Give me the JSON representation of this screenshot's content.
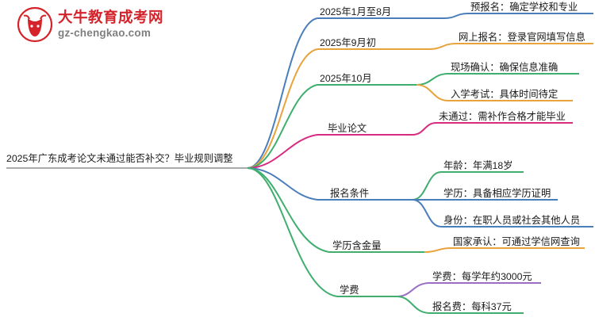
{
  "watermark": {
    "title": "大牛教育成考网",
    "subtitle": "gz-chengkao.com",
    "logo_icon": "bull-head-logo-icon",
    "brand_color": "#d4232a",
    "sub_color": "#7f7f7f"
  },
  "mindmap": {
    "root": "2025年广东成考论文未通过能否补交？毕业规则调整",
    "branches": [
      {
        "label": "2025年1月至8月",
        "color": "#4a7ebb",
        "children": [
          {
            "label": "预报名：确定学校和专业",
            "color": "#4a7ebb"
          }
        ]
      },
      {
        "label": "2025年9月初",
        "color": "#e8a33d",
        "children": [
          {
            "label": "网上报名：登录官网填写信息",
            "color": "#e8a33d"
          }
        ]
      },
      {
        "label": "2025年10月",
        "color": "#3fae6e",
        "children": [
          {
            "label": "现场确认：确保信息准确",
            "color": "#3fae6e"
          },
          {
            "label": "入学考试：具体时间待定",
            "color": "#e8a33d"
          }
        ]
      },
      {
        "label": "毕业论文",
        "color": "#d92b7f",
        "children": [
          {
            "label": "未通过：需补作合格才能毕业",
            "color": "#d92b7f"
          }
        ]
      },
      {
        "label": "报名条件",
        "color": "#4a7ebb",
        "children": [
          {
            "label": "年龄：年满18岁",
            "color": "#3fae6e"
          },
          {
            "label": "学历：具备相应学历证明",
            "color": "#4a7ebb"
          },
          {
            "label": "身份：在职人员或社会其他人员",
            "color": "#4a7ebb"
          }
        ]
      },
      {
        "label": "学历含金量",
        "color": "#3fae6e",
        "children": [
          {
            "label": "国家承认：可通过学信网查询",
            "color": "#e8a33d"
          }
        ]
      },
      {
        "label": "学费",
        "color": "#3fae6e",
        "children": [
          {
            "label": "学费：每学年约3000元",
            "color": "#9a6ec4"
          },
          {
            "label": "报名费：每科37元",
            "color": "#3fae6e"
          }
        ]
      }
    ]
  }
}
